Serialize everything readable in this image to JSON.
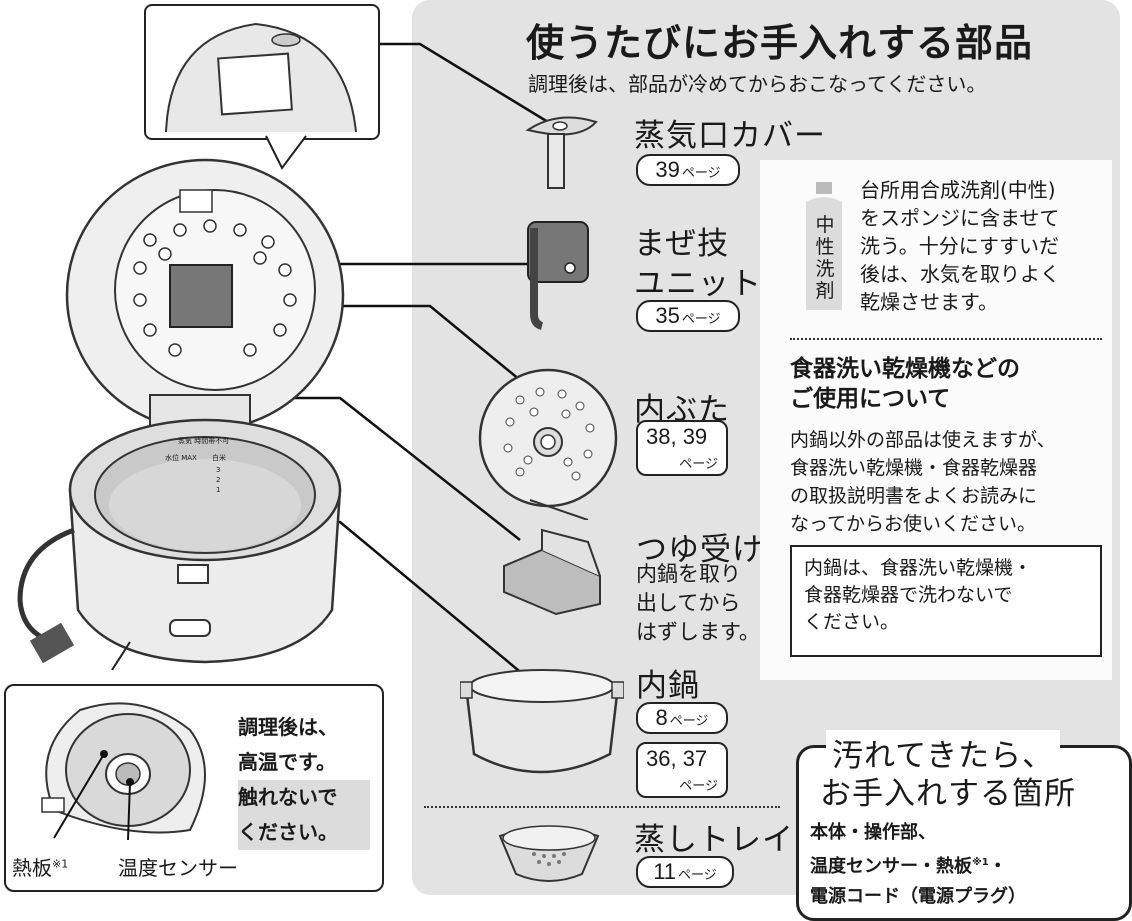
{
  "header": {
    "title": "使うたびにお手入れする部品",
    "subtitle": "調理後は、部品が冷めてからおこなってください。"
  },
  "parts": {
    "steam_cover": {
      "name": "蒸気口カバー",
      "page_num": "39",
      "page_unit": "ページ"
    },
    "stir_unit": {
      "name_line1": "まぜ技",
      "name_line2": "ユニット",
      "page_num": "35",
      "page_unit": "ページ"
    },
    "inner_lid": {
      "name": "内ぶた",
      "page_num": "38, 39",
      "page_unit": "ページ"
    },
    "dew_catcher": {
      "name": "つゆ受け",
      "note_line1": "内鍋を取り",
      "note_line2": "出してから",
      "note_line3": "はずします。"
    },
    "inner_pot": {
      "name": "内鍋",
      "page_num_a": "8",
      "page_num_b": "36, 37",
      "page_unit": "ページ"
    },
    "steam_tray": {
      "name": "蒸しトレイ",
      "page_num": "11",
      "page_unit": "ページ"
    }
  },
  "detergent": {
    "bottle_label": [
      "中",
      "性",
      "洗",
      "剤"
    ],
    "text": [
      "台所用合成洗剤(中性)",
      "をスポンジに含ませて",
      "洗う。十分にすすいだ",
      "後は、水気を取りよく",
      "乾燥させます。"
    ]
  },
  "dishwasher": {
    "heading_line1": "食器洗い乾燥機などの",
    "heading_line2": "ご使用について",
    "text": [
      "内鍋以外の部品は使えますが、",
      "食器洗い乾燥機・食器乾燥器",
      "の取扱説明書をよくお読みに",
      "なってからお使いください。"
    ],
    "notice": [
      "内鍋は、食器洗い乾燥機・",
      "食器乾燥器で洗わないで",
      "ください。"
    ]
  },
  "when_dirty": {
    "heading_line1": "汚れてきたら、",
    "heading_line2": "お手入れする箇所",
    "items": [
      "本体・操作部、",
      "温度センサー・熱板",
      "・",
      "電源コード（電源プラグ）"
    ],
    "footnote_mark": "※1"
  },
  "inset": {
    "warning": [
      "調理後は、",
      "高温です。",
      "触れないで",
      "ください。"
    ],
    "label_hotplate": "熱板",
    "footnote_mark": "※1",
    "label_sensor": "温度センサー"
  },
  "pot_markings": {
    "top": "蒸気 時間帯不可",
    "max": "水位 MAX",
    "side": "白米",
    "n3": "3",
    "n2": "2",
    "n1": "1"
  }
}
